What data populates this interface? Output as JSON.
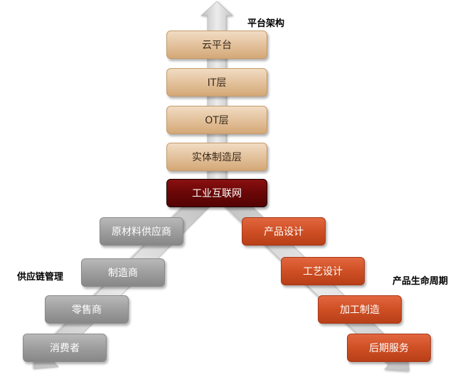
{
  "labels": {
    "platform_architecture": "平台架构",
    "supply_chain": "供应链管理",
    "product_lifecycle": "产品生命周期"
  },
  "platform_layers": [
    "云平台",
    "IT层",
    "OT层",
    "实体制造层"
  ],
  "core": "工业互联网",
  "supply_chain_items": [
    "原材料供应商",
    "制造商",
    "零售商",
    "消费者"
  ],
  "product_lifecycle_items": [
    "产品设计",
    "工艺设计",
    "加工制造",
    "后期服务"
  ],
  "colors": {
    "platform_box": "#e3c29d",
    "core_box": "#6a0707",
    "supply_box": "#9e9e9e",
    "product_box": "#cf4f24",
    "arrow": "#d4d4d4"
  }
}
